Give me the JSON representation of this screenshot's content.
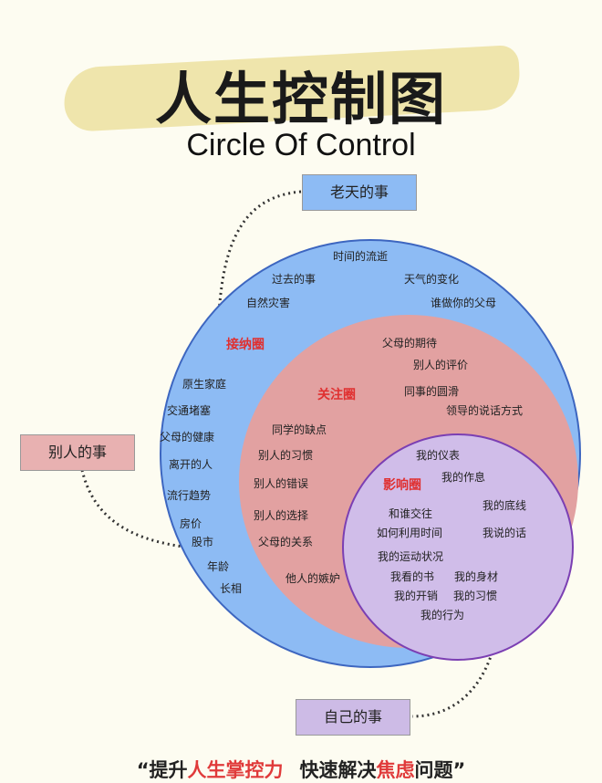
{
  "title": "人生控制图",
  "subtitle": "Circle Of Control",
  "boxes": {
    "heaven": "老天的事",
    "others": "别人的事",
    "self": "自己的事"
  },
  "outer": {
    "label": "接纳圈",
    "items": [
      "时间的流逝",
      "过去的事",
      "天气的变化",
      "自然灾害",
      "谁做你的父母",
      "原生家庭",
      "交通堵塞",
      "父母的健康",
      "离开的人",
      "流行趋势",
      "房价",
      "股市",
      "年龄",
      "长相"
    ]
  },
  "middle": {
    "label": "关注圈",
    "items": [
      "父母的期待",
      "别人的评价",
      "同事的圆滑",
      "领导的说话方式",
      "同学的缺点",
      "别人的习惯",
      "别人的错误",
      "别人的选择",
      "父母的关系",
      "他人的嫉妒"
    ]
  },
  "inner": {
    "label": "影响圈",
    "items": [
      "我的仪表",
      "我的作息",
      "和谁交往",
      "我的底线",
      "如何利用时间",
      "我说的话",
      "我的运动状况",
      "我看的书",
      "我的身材",
      "我的开销",
      "我的习惯",
      "我的行为"
    ]
  },
  "slogan": {
    "p1": "“提升",
    "p2": "人生掌控力",
    "p3": "快速解决",
    "p4": "焦虑",
    "p5": "问题”"
  },
  "colors": {
    "outer": "#8dbbf4",
    "middle": "#e2a1a1",
    "inner": "#d0bde9",
    "accent": "#e03030"
  }
}
